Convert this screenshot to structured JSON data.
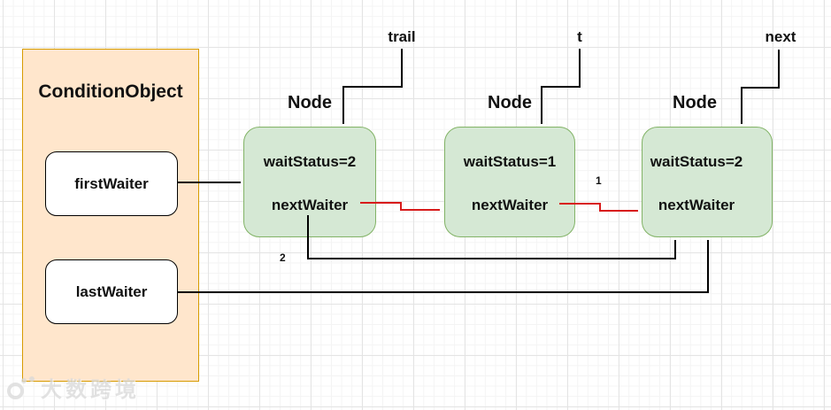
{
  "condition_object": {
    "title": "ConditionObject",
    "first_waiter": "firstWaiter",
    "last_waiter": "lastWaiter"
  },
  "nodes": [
    {
      "label": "Node",
      "pointer": "trail",
      "wait_status": "waitStatus=2",
      "next_waiter": "nextWaiter"
    },
    {
      "label": "Node",
      "pointer": "t",
      "wait_status": "waitStatus=1",
      "next_waiter": "nextWaiter"
    },
    {
      "label": "Node",
      "pointer": "next",
      "wait_status": "waitStatus=2",
      "next_waiter": "nextWaiter"
    }
  ],
  "annotations": {
    "step_red_label": "1",
    "step_black_label": "2"
  },
  "watermark": {
    "text": "大数跨境"
  },
  "colors": {
    "background": "#ffffff",
    "container_fill": "#ffe6cc",
    "container_border": "#d79b00",
    "node_fill": "#d5e8d4",
    "node_border": "#82b366",
    "field_fill": "#ffffff",
    "edge_black": "#000000",
    "edge_red": "#d81b1b"
  }
}
